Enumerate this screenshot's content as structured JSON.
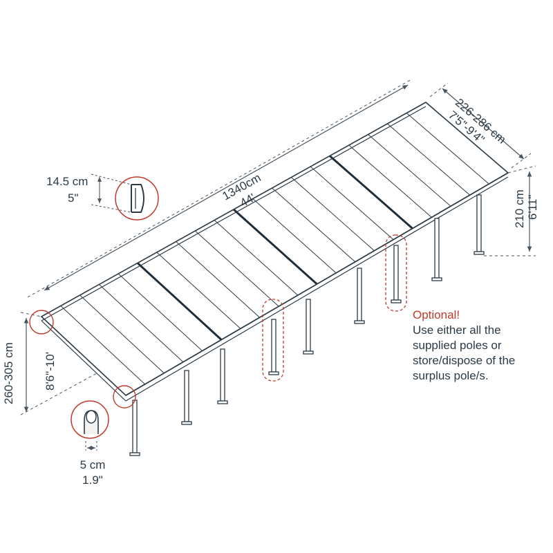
{
  "dimensions": {
    "length_cm": "1340cm",
    "length_ft": "44'",
    "width_cm": "226-286 cm",
    "width_ft": "7'5\"-9'4\"",
    "back_height_cm": "210 cm",
    "back_height_ft": "6'11\"",
    "front_height_cm": "260-305 cm",
    "front_height_ft": "8'6\"-10'",
    "gutter_cm": "14.5 cm",
    "gutter_in": "5\"",
    "pole_cm": "5 cm",
    "pole_in": "1.9\""
  },
  "note": {
    "title": "Optional!",
    "lines": [
      "Use either all the",
      "supplied poles or",
      "store/dispose of the",
      "surplus pole/s."
    ]
  },
  "colors": {
    "line": "#2b3a45",
    "dim": "#4a5560",
    "accent": "#c0392b",
    "divider": "#1f2d38"
  }
}
